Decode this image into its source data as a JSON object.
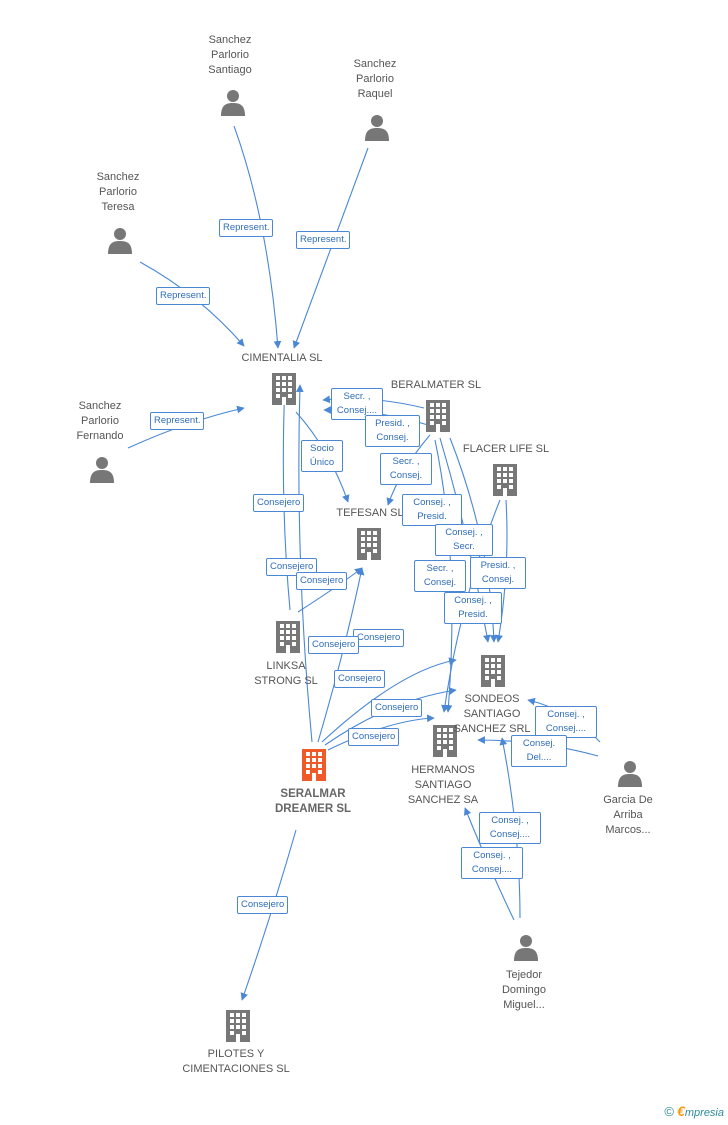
{
  "colors": {
    "edge": "#4a88d6",
    "icon": "#777777",
    "focus": "#f05a28",
    "label_text": "#555555"
  },
  "nodes": {
    "santiago": [
      "Sanchez",
      "Parlorio",
      "Santiago"
    ],
    "raquel": [
      "Sanchez",
      "Parlorio",
      "Raquel"
    ],
    "teresa": [
      "Sanchez",
      "Parlorio",
      "Teresa"
    ],
    "fernando": [
      "Sanchez",
      "Parlorio",
      "Fernando"
    ],
    "cimentalia": [
      "CIMENTALIA SL"
    ],
    "beralmater": [
      "BERALMATER SL"
    ],
    "flacer": [
      "FLACER LIFE SL"
    ],
    "tefesan": [
      "TEFESAN SL"
    ],
    "linksa": [
      "LINKSA",
      "STRONG SL"
    ],
    "sondeos": [
      "SONDEOS",
      "SANTIAGO",
      "SANCHEZ SRL"
    ],
    "hermanos": [
      "HERMANOS",
      "SANTIAGO",
      "SANCHEZ SA"
    ],
    "seralmar": [
      "SERALMAR",
      "DREAMER SL"
    ],
    "garcia": [
      "Garcia De",
      "Arriba",
      "Marcos..."
    ],
    "tejedor": [
      "Tejedor",
      "Domingo",
      "Miguel..."
    ],
    "pilotes": [
      "PILOTES Y",
      "CIMENTACIONES SL"
    ]
  },
  "edge_labels": {
    "e1": [
      "Represent."
    ],
    "e2": [
      "Represent."
    ],
    "e3": [
      "Represent."
    ],
    "e4": [
      "Represent."
    ],
    "e5": [
      "Secr. ,",
      "Consej...."
    ],
    "e6": [
      "Presid. ,",
      "Consej."
    ],
    "e7": [
      "Socio",
      "Único"
    ],
    "e8": [
      "Secr. ,",
      "Consej."
    ],
    "e9": [
      "Consejero"
    ],
    "e10": [
      "Consej. ,",
      "Presid."
    ],
    "e11": [
      "Consej. ,",
      "Secr."
    ],
    "e12": [
      "Consejero"
    ],
    "e13": [
      "Consejero"
    ],
    "e14": [
      "Secr. ,",
      "Consej."
    ],
    "e15": [
      "Presid. ,",
      "Consej."
    ],
    "e16": [
      "Consej. ,",
      "Presid."
    ],
    "e17": [
      "Consejero"
    ],
    "e18": [
      "Consejero"
    ],
    "e19": [
      "Consejero"
    ],
    "e20": [
      "Consejero"
    ],
    "e21": [
      "Consejero"
    ],
    "e22": [
      "Consej. ,",
      "Consej...."
    ],
    "e23": [
      "Consej.",
      "Del...."
    ],
    "e24": [
      "Consej. ,",
      "Consej...."
    ],
    "e25": [
      "Consej. ,",
      "Consej...."
    ],
    "e26": [
      "Consejero"
    ]
  },
  "footer": {
    "copyright": "©",
    "brand_initial": "€",
    "brand_rest": "mpresia"
  }
}
